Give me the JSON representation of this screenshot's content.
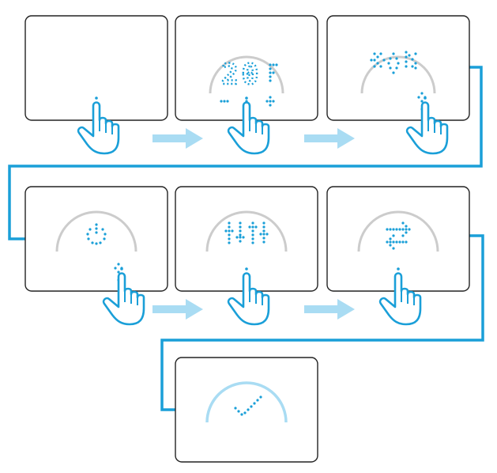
{
  "colors": {
    "accent": "#1a9fd8",
    "dots": "#1a9fd8",
    "arrow": "#a9dcf3",
    "arc_gray": "#cccccc",
    "arc_done": "#a9dcf3",
    "panel_border": "#222222",
    "hand_stroke": "#1a9fd8"
  },
  "panels": [
    {
      "id": "screen-1",
      "display": "",
      "arc": "none",
      "gesture": "tap"
    },
    {
      "id": "screen-2",
      "display": "20",
      "arc": "gray",
      "gesture": "tap"
    },
    {
      "id": "screen-3",
      "display": "",
      "arc": "gray",
      "gesture": "swipe",
      "icon": "settings-symbols-icon"
    },
    {
      "id": "screen-4",
      "display": "",
      "arc": "gray",
      "gesture": "swipe",
      "icon": "power-icon"
    },
    {
      "id": "screen-5",
      "display": "",
      "arc": "gray",
      "gesture": "tap",
      "icon": "sliders-icon"
    },
    {
      "id": "screen-6",
      "display": "",
      "arc": "gray",
      "gesture": "tap",
      "icon": "swap-arrows-icon"
    },
    {
      "id": "screen-7",
      "display": "",
      "arc": "light",
      "gesture": "none",
      "icon": "checkmark-icon"
    }
  ]
}
